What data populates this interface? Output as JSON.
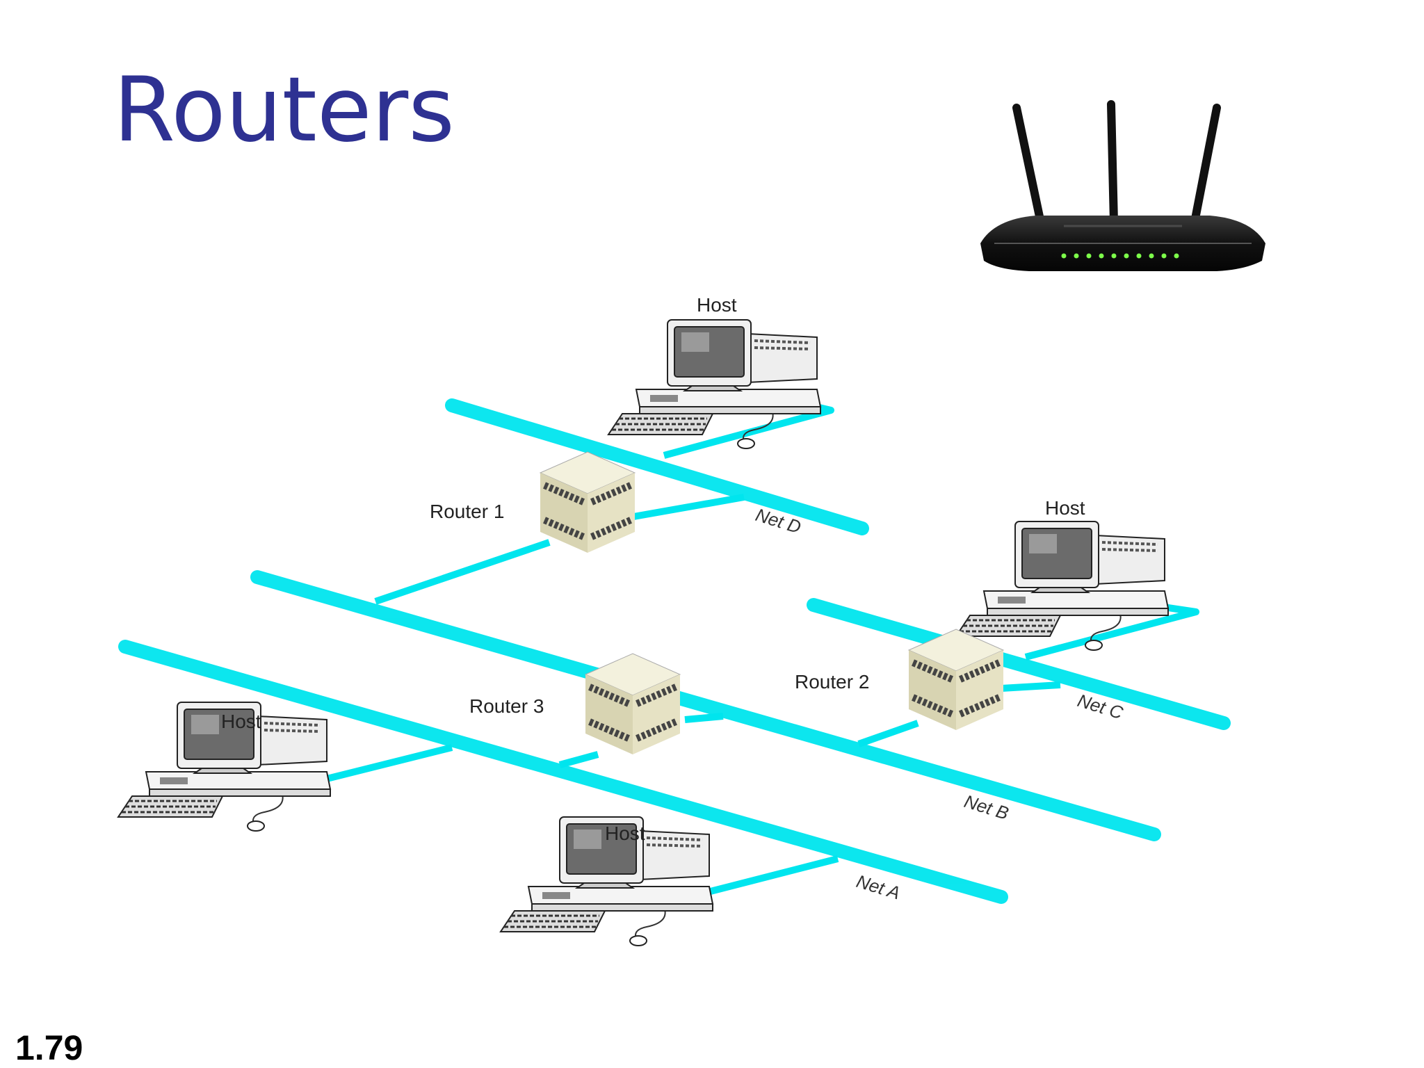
{
  "slide": {
    "title": "Routers",
    "number": "1.79"
  },
  "diagram": {
    "hosts": [
      {
        "label": "Host"
      },
      {
        "label": "Host"
      },
      {
        "label": "Host"
      },
      {
        "label": "Host"
      }
    ],
    "routers": [
      {
        "label": "Router 1"
      },
      {
        "label": "Router 2"
      },
      {
        "label": "Router 3"
      }
    ],
    "networks": [
      {
        "label": "Net D"
      },
      {
        "label": "Net C"
      },
      {
        "label": "Net B"
      },
      {
        "label": "Net A"
      }
    ],
    "colors": {
      "link": "#00e5ee",
      "title": "#2e3192",
      "router_box": "#e6e3c8",
      "router_photo": "#151515",
      "router_led": "#7dff4a"
    },
    "icons": {
      "host": "desktop-computer-icon",
      "router": "router-box-icon",
      "photo": "wireless-router-icon"
    }
  }
}
